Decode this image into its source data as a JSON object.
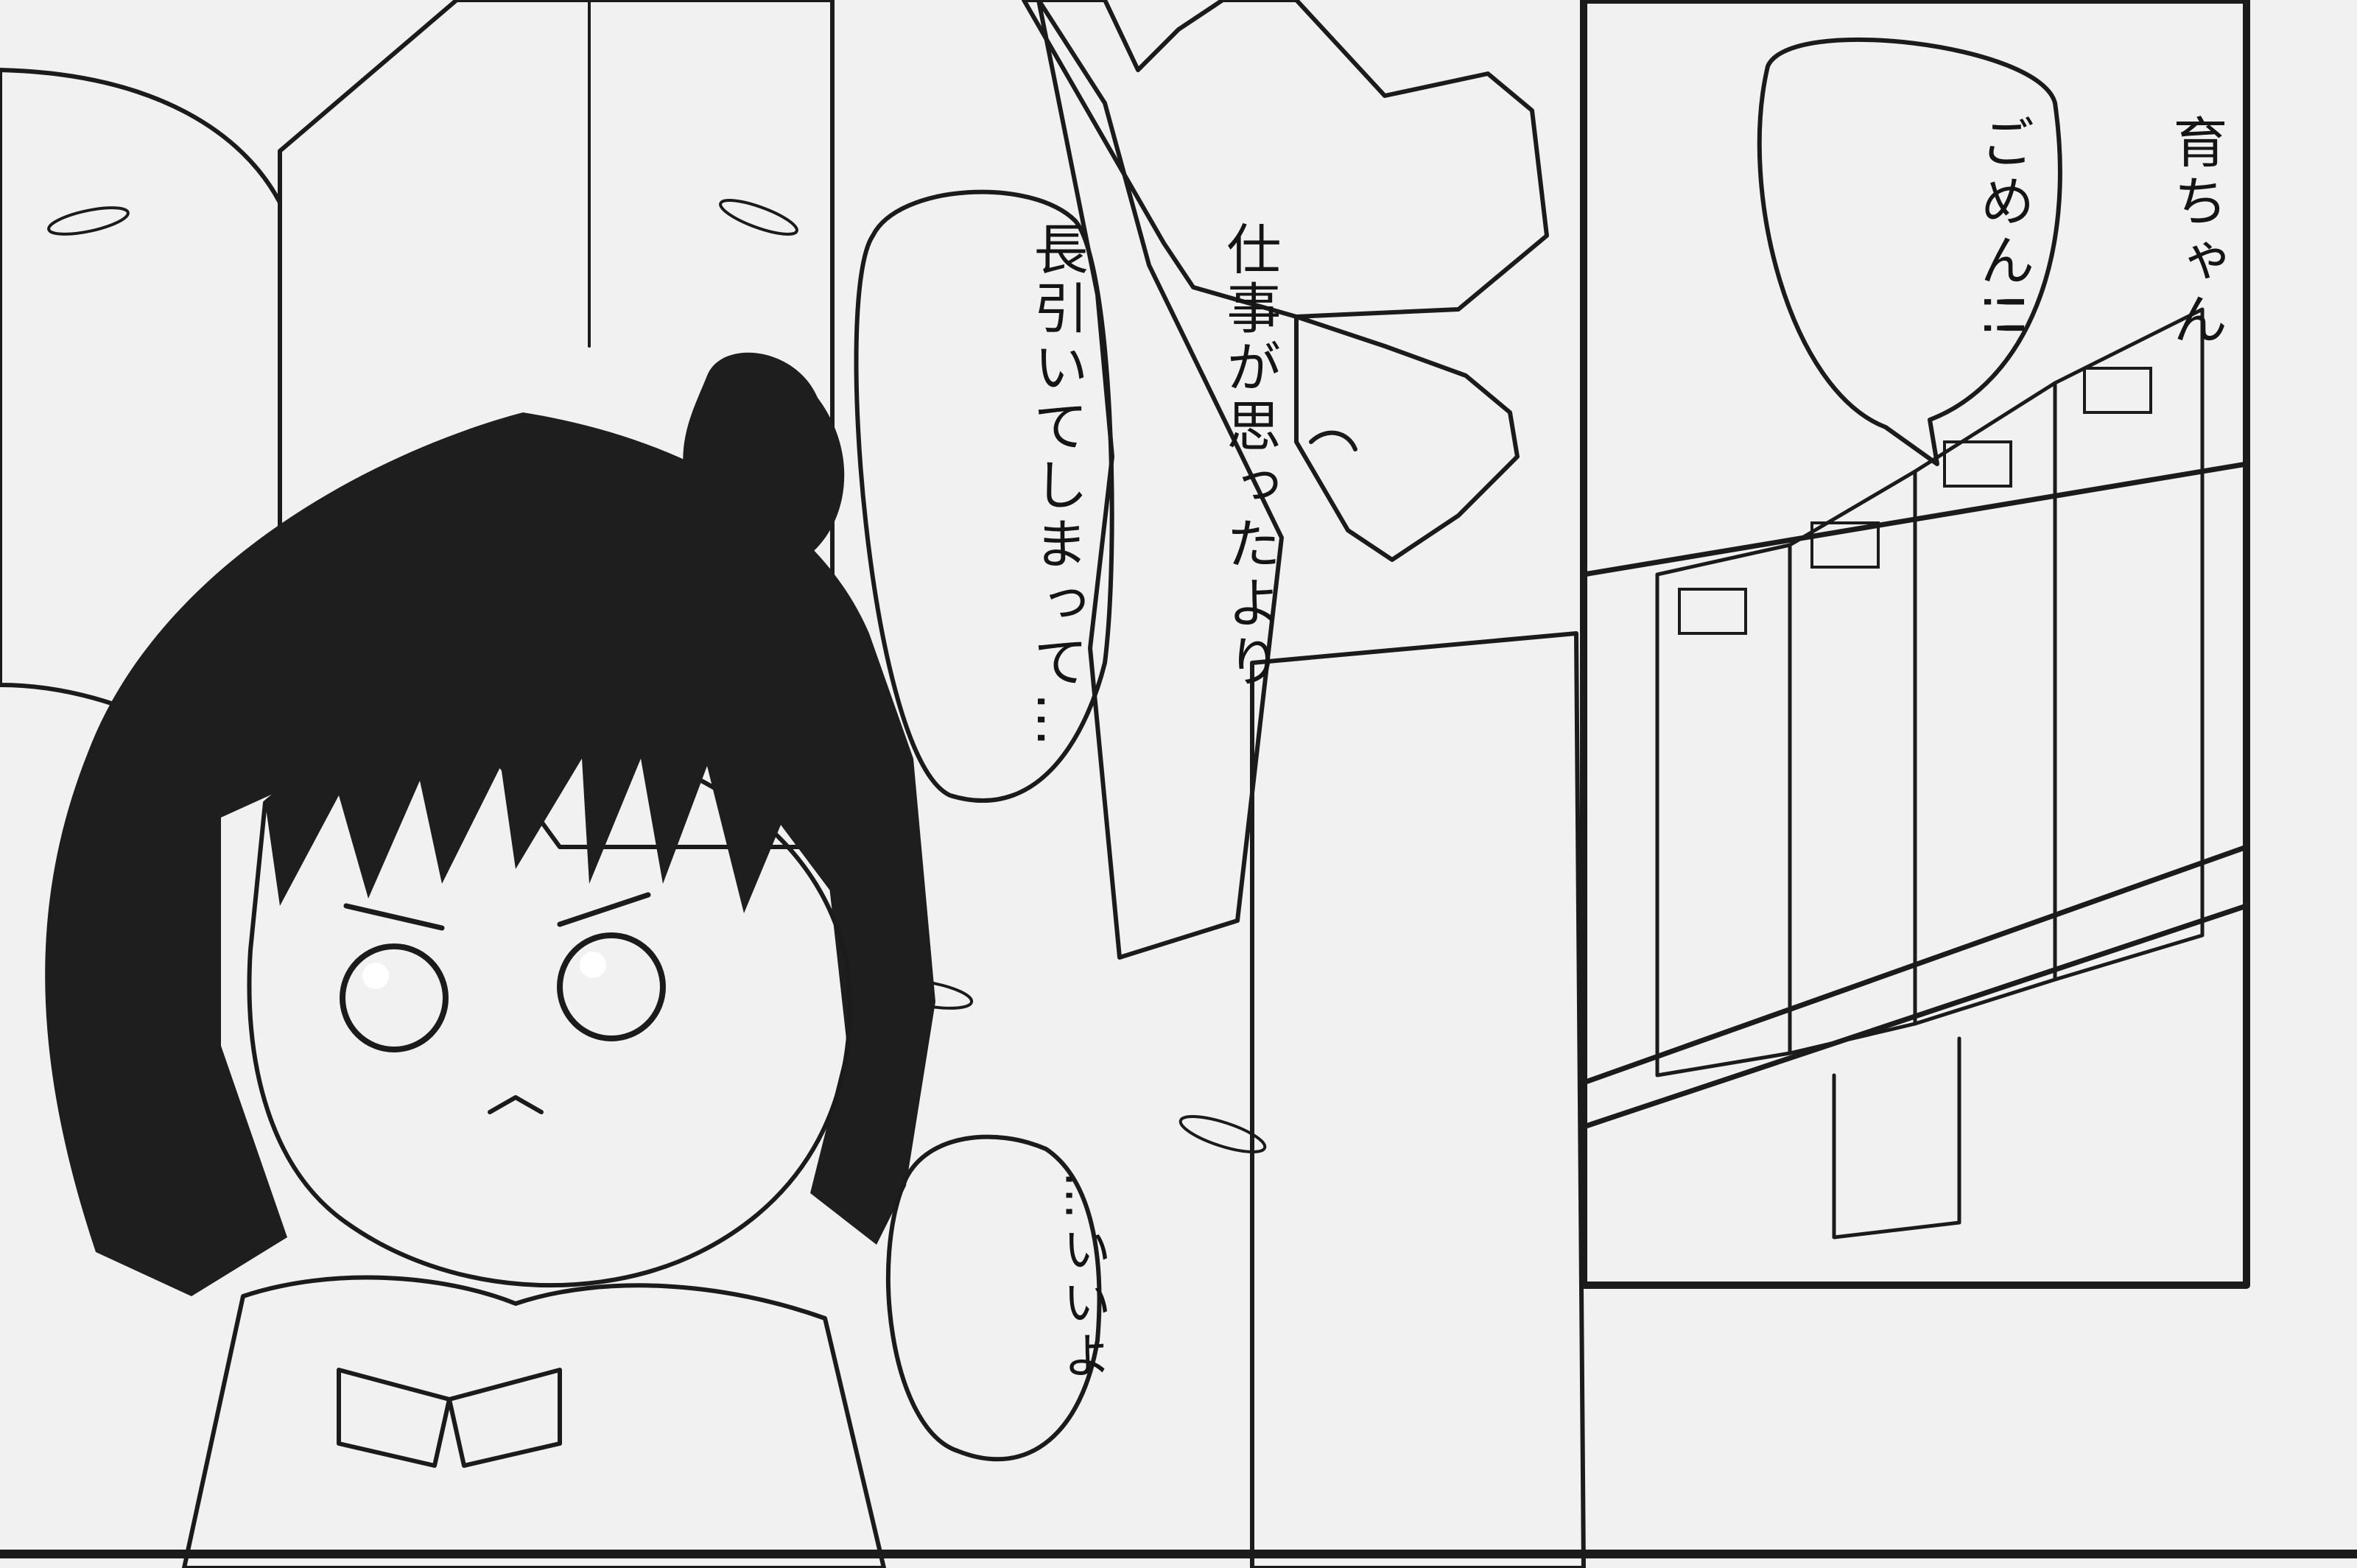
{
  "panels": {
    "left": {
      "bubble_1_lines": [
        "仕事が思ったより",
        "長引いてしまって…"
      ],
      "bubble_3_lines": [
        "…いいよ"
      ]
    },
    "right": {
      "bubble_2_lines": [
        "育ちゃん",
        "ごめん!!"
      ]
    }
  },
  "colors": {
    "ink": "#1b1b1b",
    "paper": "#f1f1f1",
    "hair": "#1e1e1e",
    "screentone_mid": "#8d8d8d",
    "screentone_dark": "#6e6e6e"
  }
}
